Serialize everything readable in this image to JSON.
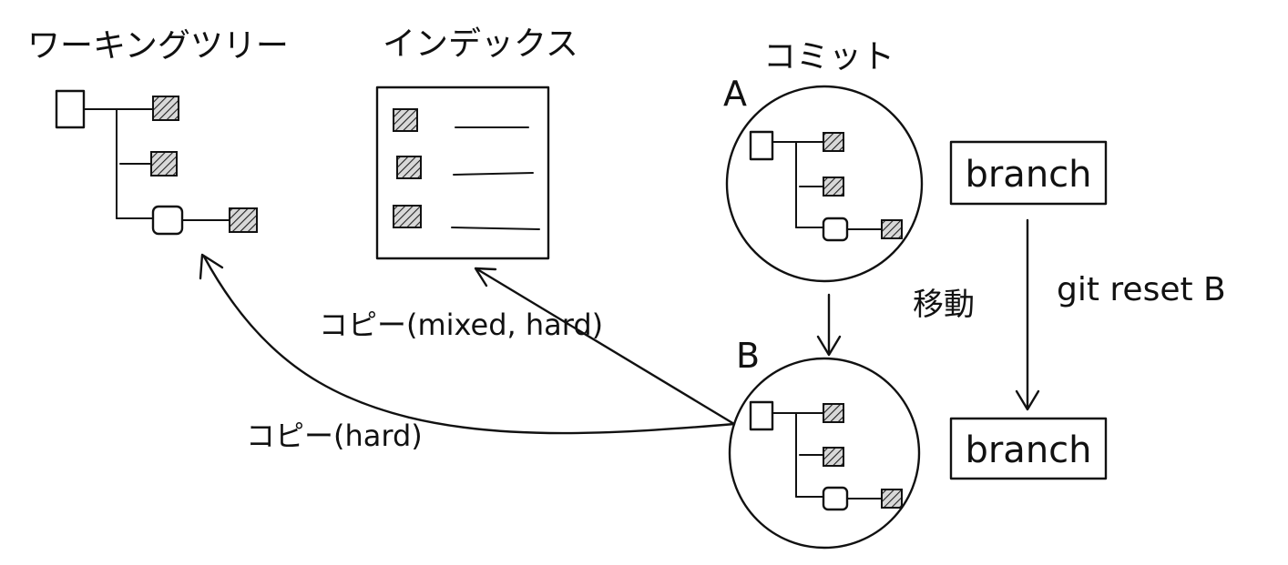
{
  "labels": {
    "working_tree": "ワーキングツリー",
    "index": "インデックス",
    "commit": "コミット",
    "commit_a": "A",
    "commit_b": "B",
    "branch_top": "branch",
    "branch_bottom": "branch",
    "move": "移動",
    "git_command": "git reset B",
    "copy_mixed_hard": "コピー(mixed, hard)",
    "copy_hard": "コピー(hard)"
  }
}
